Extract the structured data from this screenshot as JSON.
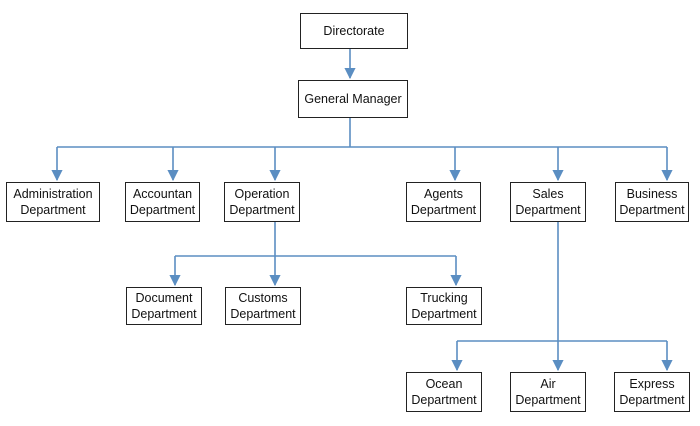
{
  "org_chart": {
    "colors": {
      "connector": "#5b8ec2",
      "box_border": "#222222"
    },
    "nodes": {
      "directorate": [
        "Directorate"
      ],
      "general_manager": [
        "General Manager"
      ],
      "administration": [
        "Administration",
        "Department"
      ],
      "accountan": [
        "Accountan",
        "Department"
      ],
      "operation": [
        "Operation",
        "Department"
      ],
      "agents": [
        "Agents",
        "Department"
      ],
      "sales": [
        "Sales",
        "Department"
      ],
      "business": [
        "Business",
        "Department"
      ],
      "document": [
        "Document",
        "Department"
      ],
      "customs": [
        "Customs",
        "Department"
      ],
      "trucking": [
        "Trucking",
        "Department"
      ],
      "ocean": [
        "Ocean",
        "Department"
      ],
      "air": [
        "Air",
        "Department"
      ],
      "express": [
        "Express",
        "Department"
      ]
    }
  }
}
